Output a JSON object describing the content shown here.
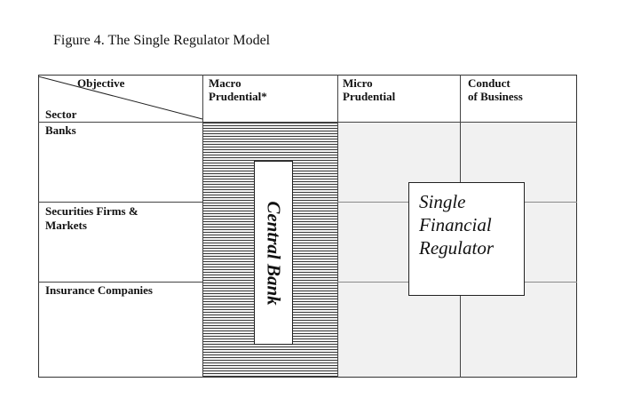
{
  "caption": "Figure 4.  The Single Regulator Model",
  "corner": {
    "objective": "Objective",
    "sector": "Sector"
  },
  "columns": [
    {
      "line1": "Macro",
      "line2": "Prudential*"
    },
    {
      "line1": "Micro",
      "line2": "Prudential"
    },
    {
      "line1": "Conduct",
      "line2": "of Business"
    }
  ],
  "sectors": [
    {
      "line1": "Banks",
      "line2": ""
    },
    {
      "line1": "Securities Firms &",
      "line2": "Markets"
    },
    {
      "line1": "Insurance Companies",
      "line2": ""
    }
  ],
  "central_bank": "Central Bank",
  "single_regulator": {
    "line1": "Single",
    "line2": "Financial",
    "line3": "Regulator"
  }
}
